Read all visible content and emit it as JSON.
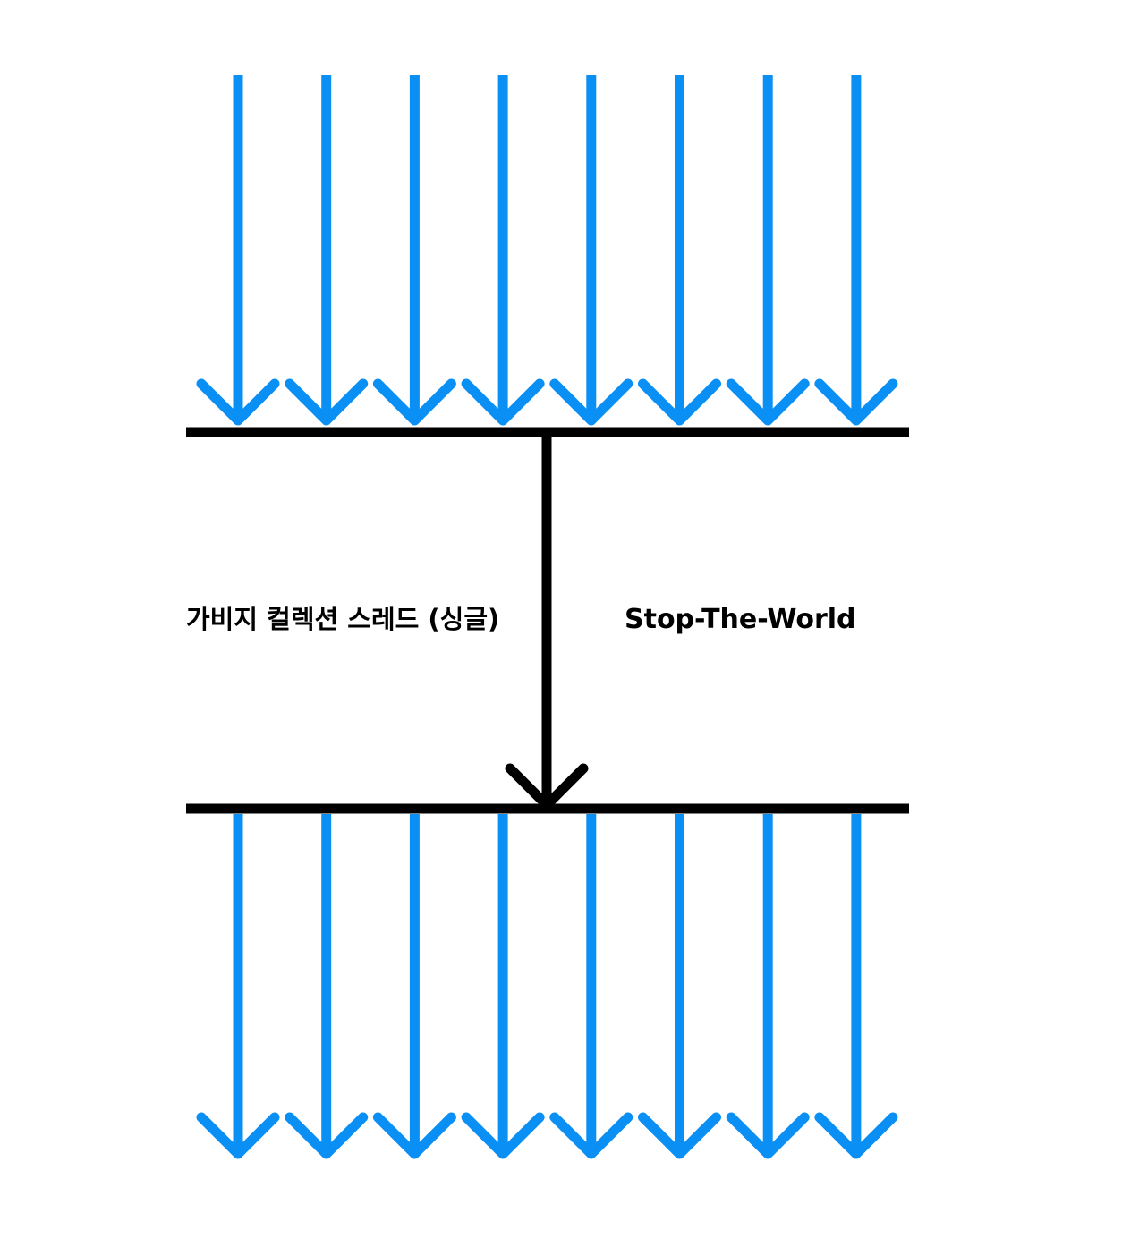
{
  "labels": {
    "gc_thread": "가비지 컬렉션 스레드 (싱글)",
    "stop_the_world": "Stop-The-World"
  },
  "application_threads": {
    "count_before": 8,
    "count_after": 8
  },
  "colors": {
    "thread_arrow": "#0a8ff5",
    "barrier_line": "#000000",
    "gc_arrow": "#000000",
    "text": "#000000",
    "background": "#ffffff"
  }
}
